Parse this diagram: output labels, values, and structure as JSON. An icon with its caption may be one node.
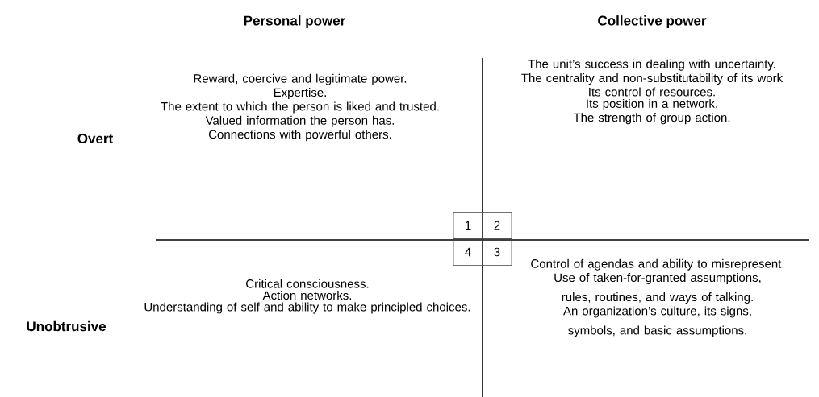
{
  "diagram": {
    "nodes": [
      {
        "text": [
          "1"
        ]
      },
      {
        "text": [
          "2"
        ]
      },
      {
        "text": [
          "4"
        ]
      },
      {
        "text": [
          "3"
        ]
      }
    ],
    "labels": [
      "Personal power",
      "Collective power",
      "Overt",
      "Reward, coercive and legitimate power.",
      "Expertise.",
      "The extent to which the person is liked and trusted.",
      "Valued information the person has.",
      "Connections with powerful others.",
      "The unit’s success in dealing with uncertainty.",
      "The centrality and non-substitutability of its work",
      "Its control of resources.",
      "Its position in a network.",
      "The strength of group action.",
      "Unobtrusive",
      "Critical consciousness.",
      "Action networks.",
      "Understanding of self and ability to make principled choices.",
      "Control of agendas and ability to misrepresent.",
      "Use of taken-for-granted assumptions, rules, routines, and ways of talking.",
      "An organization’s culture, its signs, symbols, and basic assumptions."
    ]
  }
}
